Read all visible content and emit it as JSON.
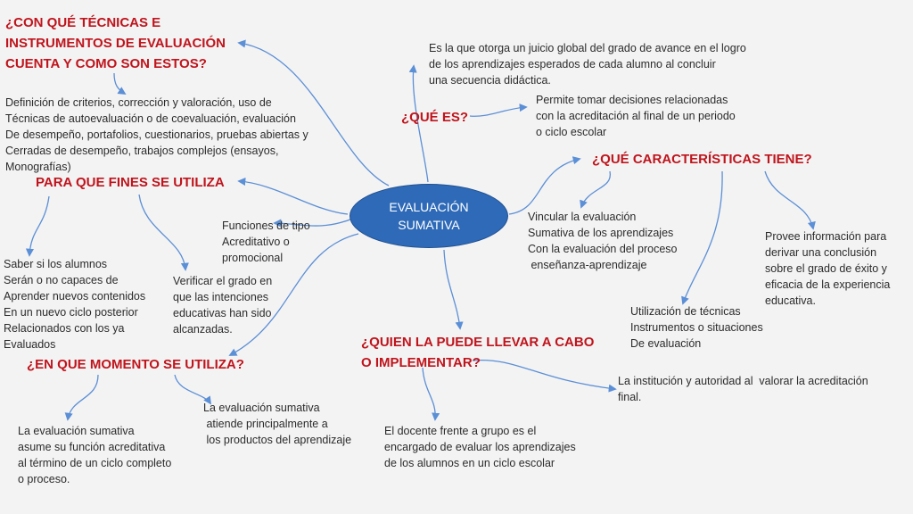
{
  "colors": {
    "heading": "#c0141c",
    "node": "#2e6ab8",
    "connector": "#5b8fd6",
    "text": "#2b2b2b",
    "background": "#f3f3f3"
  },
  "center": {
    "label": "EVALUACIÓN\nSUMATIVA"
  },
  "tecnicas": {
    "heading": "¿CON QUÉ TÉCNICAS E\nINSTRUMENTOS DE EVALUACIÓN\nCUENTA Y COMO SON ESTOS?",
    "text": "Definición de criterios, corrección y valoración, uso de\nTécnicas de autoevaluación o de coevaluación, evaluación\nDe desempeño, portafolios, cuestionarios, pruebas abiertas y\nCerradas de desempeño, trabajos complejos (ensayos,\nMonografías)"
  },
  "que_es": {
    "heading": "¿QUÉ ES?",
    "text1": "Es la que otorga un juicio global del grado de avance en el logro\nde los aprendizajes esperados de cada alumno al concluir\nuna secuencia didáctica.",
    "text2": "Permite tomar decisiones relacionadas\ncon la acreditación al final de un periodo\no ciclo escolar"
  },
  "caracteristicas": {
    "heading": "¿QUÉ CARACTERÍSTICAS TIENE?",
    "text1": "Vincular la evaluación\nSumativa de los aprendizajes\nCon la evaluación del proceso\n enseñanza-aprendizaje",
    "text2": "Provee información para\nderivar una conclusión\nsobre el grado de éxito y\neficacia de la experiencia\neducativa.",
    "text3": "Utilización de técnicas\nInstrumentos o situaciones\nDe evaluación"
  },
  "fines": {
    "heading": "PARA QUE FINES SE UTILIZA",
    "text1": "Funciones de tipo\nAcreditativo o\npromocional",
    "text2": "Saber si los alumnos\nSerán o no capaces de\nAprender nuevos contenidos\nEn un nuevo ciclo posterior\nRelacionados con los ya\nEvaluados",
    "text3": "Verificar el grado en\nque las intenciones\neducativas han sido\nalcanzadas."
  },
  "momento": {
    "heading": "¿EN QUE MOMENTO SE UTILIZA?",
    "text1": "La evaluación sumativa\nasume su función acreditativa\nal término de un ciclo completo\no proceso.",
    "text2": "La evaluación sumativa\n atiende principalmente a\n los productos del aprendizaje"
  },
  "quien": {
    "heading": "¿QUIEN LA PUEDE LLEVAR A CABO\nO IMPLEMENTAR?",
    "text1": "El docente frente a grupo es el\nencargado de evaluar los aprendizajes\nde los alumnos en un ciclo escolar",
    "text2": "La institución y autoridad al  valorar la acreditación\nfinal."
  }
}
